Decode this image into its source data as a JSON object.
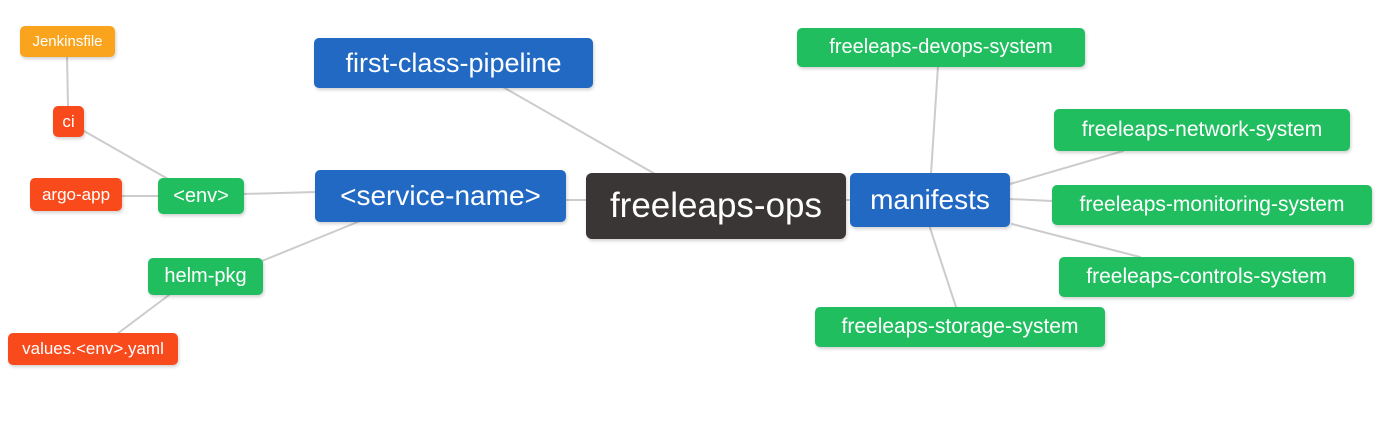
{
  "diagram": {
    "type": "mind-map",
    "root": "freeleaps_ops",
    "colors": {
      "blue": "#2169C2",
      "green": "#21BE60",
      "red": "#F94A1C",
      "orange": "#FAA41E",
      "dark": "#3B3636",
      "edge": "#CCCCCC",
      "text": "#FFFFFF",
      "background": "#FFFFFF"
    },
    "nodes": {
      "jenkinsfile": {
        "label": "Jenkinsfile",
        "color": "orange"
      },
      "ci": {
        "label": "ci",
        "color": "red"
      },
      "argo_app": {
        "label": "argo-app",
        "color": "red"
      },
      "env": {
        "label": "<env>",
        "color": "green"
      },
      "helm_pkg": {
        "label": "helm-pkg",
        "color": "green"
      },
      "values_env_yaml": {
        "label": "values.<env>.yaml",
        "color": "red"
      },
      "first_class_pipeline": {
        "label": "first-class-pipeline",
        "color": "blue"
      },
      "service_name": {
        "label": "<service-name>",
        "color": "blue"
      },
      "freeleaps_ops": {
        "label": "freeleaps-ops",
        "color": "dark"
      },
      "manifests": {
        "label": "manifests",
        "color": "blue"
      },
      "devops_system": {
        "label": "freeleaps-devops-system",
        "color": "green"
      },
      "network_system": {
        "label": "freeleaps-network-system",
        "color": "green"
      },
      "monitoring_system": {
        "label": "freeleaps-monitoring-system",
        "color": "green"
      },
      "controls_system": {
        "label": "freeleaps-controls-system",
        "color": "green"
      },
      "storage_system": {
        "label": "freeleaps-storage-system",
        "color": "green"
      }
    },
    "edges": [
      [
        "jenkinsfile",
        "ci"
      ],
      [
        "ci",
        "env"
      ],
      [
        "argo_app",
        "env"
      ],
      [
        "env",
        "service_name"
      ],
      [
        "service_name",
        "helm_pkg"
      ],
      [
        "helm_pkg",
        "values_env_yaml"
      ],
      [
        "first_class_pipeline",
        "freeleaps_ops"
      ],
      [
        "service_name",
        "freeleaps_ops"
      ],
      [
        "freeleaps_ops",
        "manifests"
      ],
      [
        "manifests",
        "devops_system"
      ],
      [
        "manifests",
        "network_system"
      ],
      [
        "manifests",
        "monitoring_system"
      ],
      [
        "manifests",
        "controls_system"
      ],
      [
        "manifests",
        "storage_system"
      ]
    ]
  }
}
